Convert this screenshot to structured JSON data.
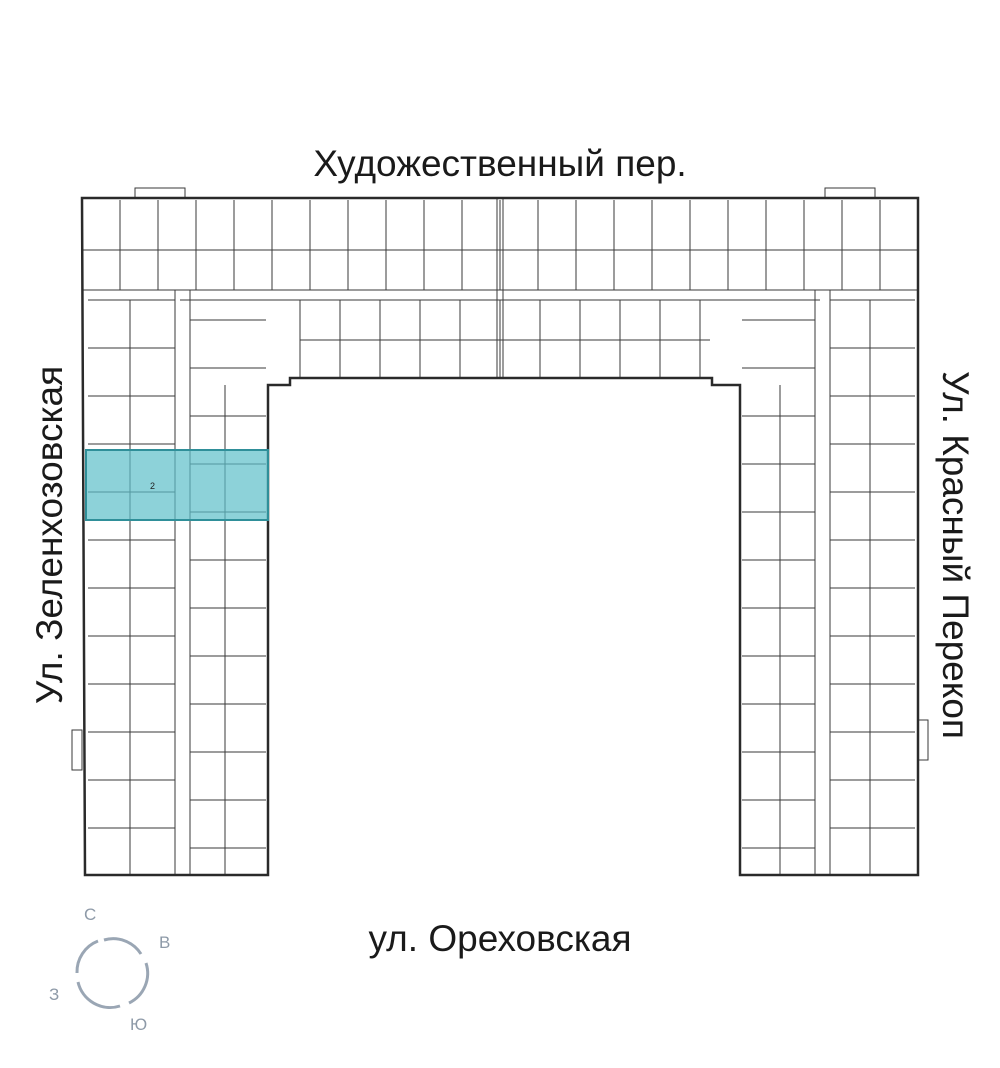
{
  "streets": {
    "top": "Художественный пер.",
    "bottom": "ул. Ореховская",
    "left": "Ул. Зеленхозовская",
    "right": "Ул. Красный Перекоп"
  },
  "compass": {
    "north": "С",
    "east": "В",
    "south": "Ю",
    "west": "З"
  },
  "highlight": {
    "rooms": "2",
    "color": "#5cbfc9"
  },
  "colors": {
    "walls": "#3a3a3a",
    "compass": "#9aa6b4"
  }
}
